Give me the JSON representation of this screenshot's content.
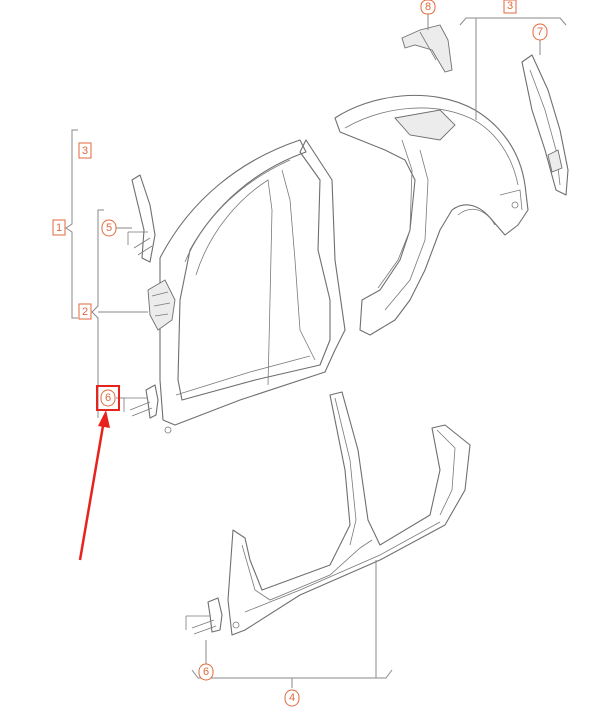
{
  "diagram": {
    "callouts": [
      {
        "id": "c1",
        "label": "1"
      },
      {
        "id": "c2",
        "label": "2"
      },
      {
        "id": "c3a",
        "label": "3"
      },
      {
        "id": "c3b",
        "label": "3"
      },
      {
        "id": "c4",
        "label": "4"
      },
      {
        "id": "c5",
        "label": "5"
      },
      {
        "id": "c6a",
        "label": "6"
      },
      {
        "id": "c6b",
        "label": "6"
      },
      {
        "id": "c7",
        "label": "7"
      },
      {
        "id": "c8",
        "label": "8"
      }
    ],
    "colors": {
      "callout": "#e06a3c",
      "highlight": "#e8231e",
      "line": "#6f6f6f"
    }
  }
}
